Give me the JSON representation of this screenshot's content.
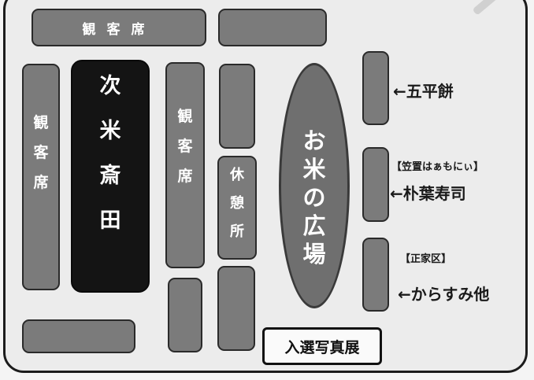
{
  "stalls": {
    "seating_top": "観客席",
    "seating_left": [
      "観",
      "客",
      "席"
    ],
    "featured_stall": [
      "次",
      "米",
      "斎",
      "田"
    ],
    "seating_mid": [
      "観",
      "客",
      "席"
    ],
    "rest_area": [
      "休",
      "憩",
      "所"
    ],
    "plaza": [
      "お",
      "米",
      "の",
      "広",
      "場"
    ],
    "photo_exhibit": "入選写真展"
  },
  "vendors": [
    {
      "arrow": "←",
      "name": "五平餅",
      "area": ""
    },
    {
      "arrow": "←",
      "name": "朴葉寿司",
      "area": "【笠置はぁもにぃ】"
    },
    {
      "arrow": "←",
      "name": "からすみ他",
      "area": "【正家区】"
    }
  ],
  "colors": {
    "stall_fill": "#7b7b7b",
    "featured_fill": "#141414",
    "plaza_fill": "#6f6f6f",
    "border": "#1c1c1c",
    "background": "#ececec"
  }
}
